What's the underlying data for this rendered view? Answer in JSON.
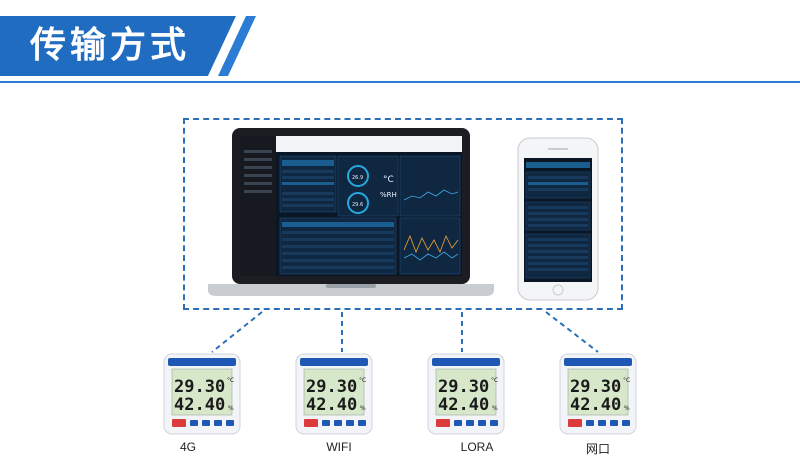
{
  "banner": {
    "title": "传输方式",
    "colors": {
      "primary": "#1f6cc0",
      "accent": "#0f3f88",
      "stripe": "#2b7cd3"
    }
  },
  "screen": {
    "unit_temp": "°C",
    "unit_hum": "%RH",
    "reading_temp": "26.9",
    "reading_hum": "29.6"
  },
  "devices": [
    {
      "label": "4G",
      "lcd_temp": "29.30",
      "lcd_hum": "42.40",
      "lcd_temp_unit": "°C",
      "lcd_hum_unit": "%"
    },
    {
      "label": "WIFI",
      "lcd_temp": "29.30",
      "lcd_hum": "42.40",
      "lcd_temp_unit": "°C",
      "lcd_hum_unit": "%"
    },
    {
      "label": "LORA",
      "lcd_temp": "29.30",
      "lcd_hum": "42.40",
      "lcd_temp_unit": "°C",
      "lcd_hum_unit": "%"
    },
    {
      "label": "网口",
      "lcd_temp": "29.30",
      "lcd_hum": "42.40",
      "lcd_temp_unit": "°C",
      "lcd_hum_unit": "%"
    }
  ],
  "connector_color": "#2a6fb8"
}
